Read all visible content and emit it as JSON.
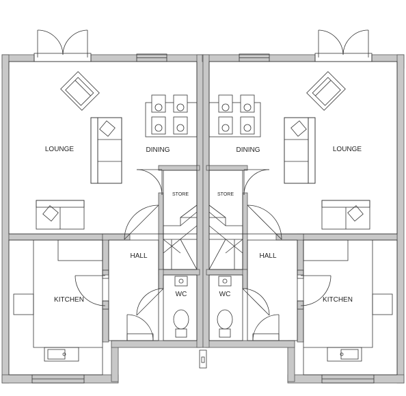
{
  "colors": {
    "wall_fill": "#c8c8c8",
    "wall_edge": "#555555",
    "line": "#333333",
    "paper": "#ffffff"
  },
  "rooms": {
    "left": {
      "lounge": "LOUNGE",
      "dining": "DINING",
      "store": "STORE",
      "hall": "HALL",
      "kitchen": "KITCHEN",
      "wc": "WC"
    },
    "right": {
      "lounge": "LOUNGE",
      "dining": "DINING",
      "store": "STORE",
      "hall": "HALL",
      "kitchen": "KITCHEN",
      "wc": "WC"
    }
  },
  "icons": [
    "french-doors-icon",
    "window-icon",
    "armchair-icon",
    "sofa-icon",
    "dining-table-icon",
    "chair-icon",
    "door-swing-icon",
    "staircase-icon",
    "sink-icon",
    "toilet-icon",
    "kitchen-sink-icon"
  ]
}
